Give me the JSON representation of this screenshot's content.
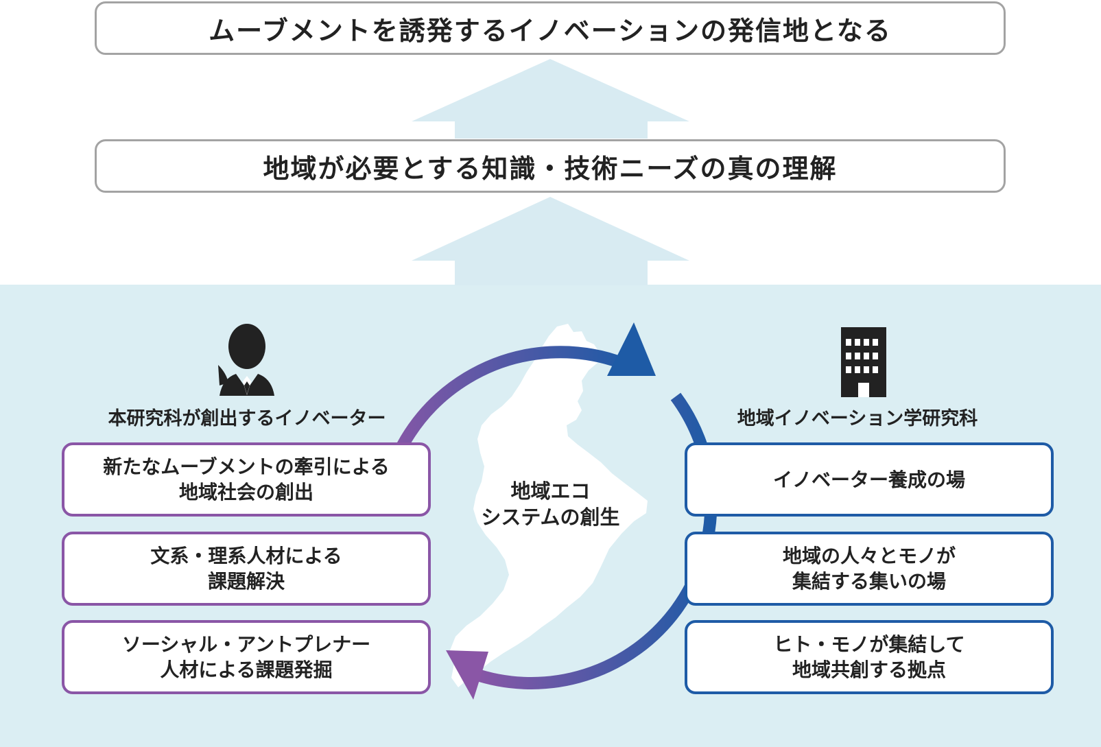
{
  "goal": "ムーブメントを誘発するイノベーションの発信地となる",
  "understanding": "地域が必要とする知識・技術ニーズの真の理解",
  "center": {
    "line1": "地域エコ",
    "line2": "システムの創生"
  },
  "left": {
    "title": "本研究科が創出するイノベーター",
    "icon": "businessperson-icon",
    "cards": [
      {
        "line1": "新たなムーブメントの牽引による",
        "line2": "地域社会の創出"
      },
      {
        "line1": "文系・理系人材による",
        "line2": "課題解決"
      },
      {
        "line1": "ソーシャル・アントプレナー",
        "line2": "人材による課題発掘"
      }
    ]
  },
  "right": {
    "title": "地域イノベーション学研究科",
    "icon": "building-icon",
    "cards": [
      {
        "line1": "イノベーター養成の場"
      },
      {
        "line1": "地域の人々とモノが",
        "line2": "集結する集いの場"
      },
      {
        "line1": "ヒト・モノが集結して",
        "line2": "地域共創する拠点"
      }
    ]
  },
  "colors": {
    "panel": "#dbeef3",
    "up_arrow": "#d8ebf2",
    "map": "#ffffff",
    "purple": "#8a56a6",
    "blue": "#1e5ba6",
    "box_border": "#a3a3a3"
  }
}
